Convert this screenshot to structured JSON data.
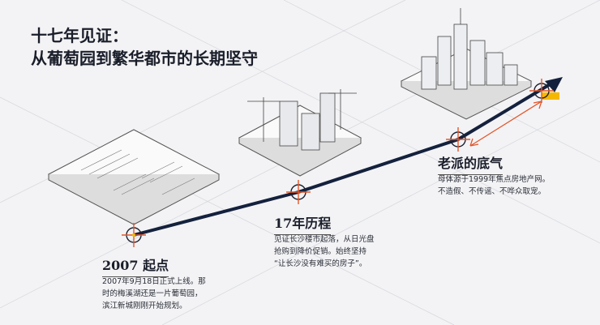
{
  "title": {
    "line1": "十七年见证：",
    "line2": "从葡萄园到繁华都市的长期坚守"
  },
  "milestones": [
    {
      "heading": "2007 起点",
      "lines": [
        "2007年9月18日正式上线。那",
        "时的梅溪湖还是一片葡萄园，",
        "滨江新城刚刚开始规划。"
      ]
    },
    {
      "heading": "17年历程",
      "lines": [
        "见证长沙楼市起落，从日光盘",
        "抢购到降价促销。始终坚持",
        "“让长沙没有难买的房子”。"
      ]
    },
    {
      "heading": "老派的底气",
      "lines": [
        "母体源于1999年焦点房地产网。",
        "不造假、不传谣、不哗众取宠。"
      ]
    }
  ],
  "colors": {
    "line": "#14213d",
    "accent": "#e2572b",
    "highlight": "#f5b800"
  }
}
